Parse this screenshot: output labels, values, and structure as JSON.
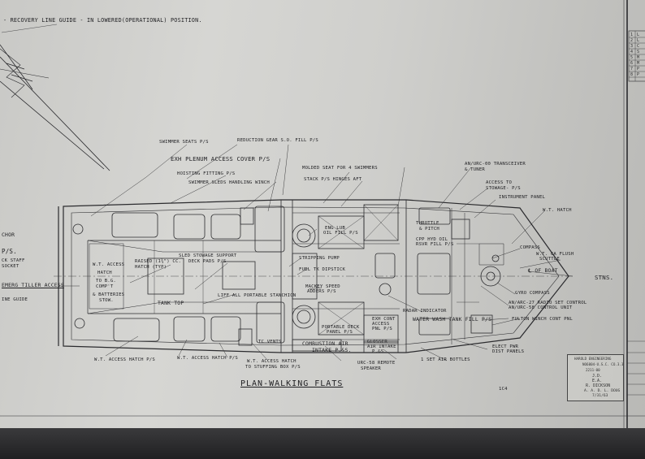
{
  "header_note": "- RECOVERY LINE GUIDE - IN LOWERED(OPERATIONAL) POSITION.",
  "title": "PLAN-WALKING FLATS",
  "left_labels": {
    "chor": "CHOR",
    "ps": "P/S.",
    "staff": "CK STAFF",
    "socket": "SOCKET",
    "emerg": "EMERG TILLER ACCESS",
    "ine_guide": "INE GUIDE"
  },
  "callouts": {
    "swimmer_seats": "SWIMMER SEATS P/S",
    "reduction_gear": "REDUCTION GEAR S.O. FILL P/S",
    "exh_plenum": "EXH PLENUM ACCESS COVER P/S",
    "molded_seat": "MOLDED SEAT FOR 4 SWIMMERS",
    "hoisting_fitting": "HOISTING FITTING P/S",
    "swimmer_sleds": "SWIMMER SLEDS HANDLING WINCH",
    "stack_hinges": "STACK P/S HINGES AFT",
    "transceiver": "AN/URC-00 TRANSCEIVER",
    "tuner": "& TUNER",
    "access_stowage_1": "ACCESS TO",
    "access_stowage_2": "STOWAGE- P/S",
    "instrument_panel": "INSTRUMENT PANEL",
    "wt_hatch": "W.T. HATCH",
    "throttle_1": "THROTTLE",
    "throttle_2": "& PITCH",
    "compass": "COMPASS",
    "wt_flush_1": "W.T. CA FLUSH",
    "wt_flush_2": "SCUTTLE",
    "cl_boat": "℄ OF BOAT",
    "stns": "STNS.",
    "gyro_compass": "GYRO COMPASS",
    "radio_ctrl_1": "AN/ARC-27 RADIO SET CONTROL",
    "radio_ctrl_2": "AN/URC-58 CONTROL UNIT",
    "radar_indicator": "RADAR INDICATOR",
    "water_wash": "WATER WASH TANK FILL P/S",
    "fulton_winch": "FULTON WINCH CONT PNL",
    "elect_pwr_1": "ELECT PWR",
    "elect_pwr_2": "DIST PANELS",
    "air_bottles": "1 SET AIR BOTTLES",
    "urc_speaker_1": "URC-58 REMOTE",
    "urc_speaker_2": "SPEAKER",
    "wt_access_hatch": "W.T. ACCESS HATCH P/S",
    "wt_access_hatch2": "W.T. ACCESS HATCH P/S",
    "wt_access_stuffing_1": "W.T. ACCESS HATCH",
    "wt_access_stuffing_2": "TO STUFFING BOX P/S",
    "combustion_air_1": "COMBUSTION AIR",
    "combustion_air_2": "INTAKE P.&S.",
    "glosser_1": "GLOSSER",
    "glosser_2": "AIR INTAKE",
    "glosser_3": "P.&S.",
    "portable_deck_1": "PORTABLE DECK",
    "portable_deck_2": "PANEL P/S",
    "exh_cont_1": "EXH CONT",
    "exh_cont_2": "ACCESS",
    "exh_cont_3": "PNL P/S",
    "stripping_pump": "STRIPPING PUMP",
    "fuel_tk": "FUEL TK DIPSTICK",
    "mackey_speed_1": "MACKEY SPEED",
    "mackey_speed_2": "ADDERS P/S",
    "eng_lub_1": "ENG LUB",
    "eng_lub_2": "OIL FILL P/S",
    "cpp_hyd_1": "CPP HYD OIL",
    "cpp_hyd_2": "RSVR FILL P/S",
    "sled_stowage_1": "SLED STOWAGE SUPPORT",
    "sled_stowage_2": "DECK PADS P/S",
    "raised_hatch_1": "RAISED (1¾\") CC.",
    "raised_hatch_2": "HATCH (TYP)",
    "wt_access_bg_1": "W.T. ACCESS",
    "wt_access_bg_2": "HATCH",
    "wt_access_bg_3": "TO B.G.",
    "wt_access_bg_4": "COMP'T",
    "batteries_1": "& BATTERIES",
    "batteries_2": "STOW.",
    "tank_top": "TANK TOP",
    "portable_stanchion": "LIFE ALL PORTABLE STANCHION",
    "tc_vents": "TC VENTS"
  },
  "right_table_rows": [
    "1",
    "2",
    "3",
    "4",
    "5",
    "6",
    "7",
    "8"
  ],
  "right_table_letters": [
    "L",
    "L",
    "C",
    "S",
    "M",
    "M",
    "P",
    "P"
  ],
  "title_block": {
    "company": "HAROLD ENGINEERING",
    "line2": "NO6004-U.S.C. CO.3.3",
    "line3": "2211-00",
    "sig1": "J.D.",
    "sig2": "E.A.",
    "sig3": "R. DICKSON",
    "sig4": "A. A. D. L. DOUG",
    "date": "7/31/63"
  },
  "margin_note": "1C4"
}
